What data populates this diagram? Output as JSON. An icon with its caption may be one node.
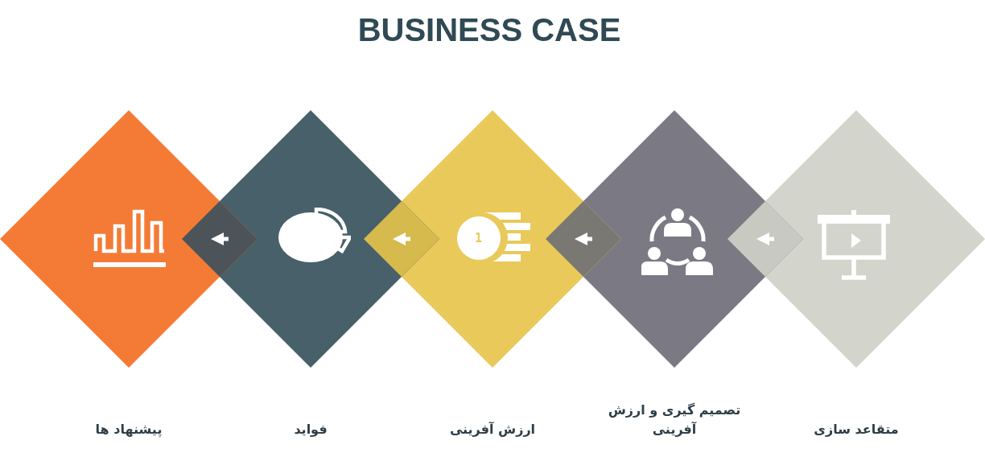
{
  "diagram": {
    "title": "BUSINESS CASE",
    "nodes": [
      {
        "text": [
          "متقاعد سازی"
        ]
      },
      {
        "text": [
          "تصمیم گیری و ارزش آفرینی"
        ]
      },
      {
        "text": [
          "ارزش آفرینی"
        ]
      },
      {
        "text": [
          "فواید"
        ]
      },
      {
        "text": [
          "پیشنهاد ها"
        ]
      }
    ],
    "edges": [
      {
        "from": 0,
        "to": 1,
        "arrow": "to"
      },
      {
        "from": 1,
        "to": 2,
        "arrow": "to"
      },
      {
        "from": 2,
        "to": 3,
        "arrow": "to"
      },
      {
        "from": 3,
        "to": 4,
        "arrow": "to"
      }
    ],
    "labels": [
      "1"
    ]
  }
}
